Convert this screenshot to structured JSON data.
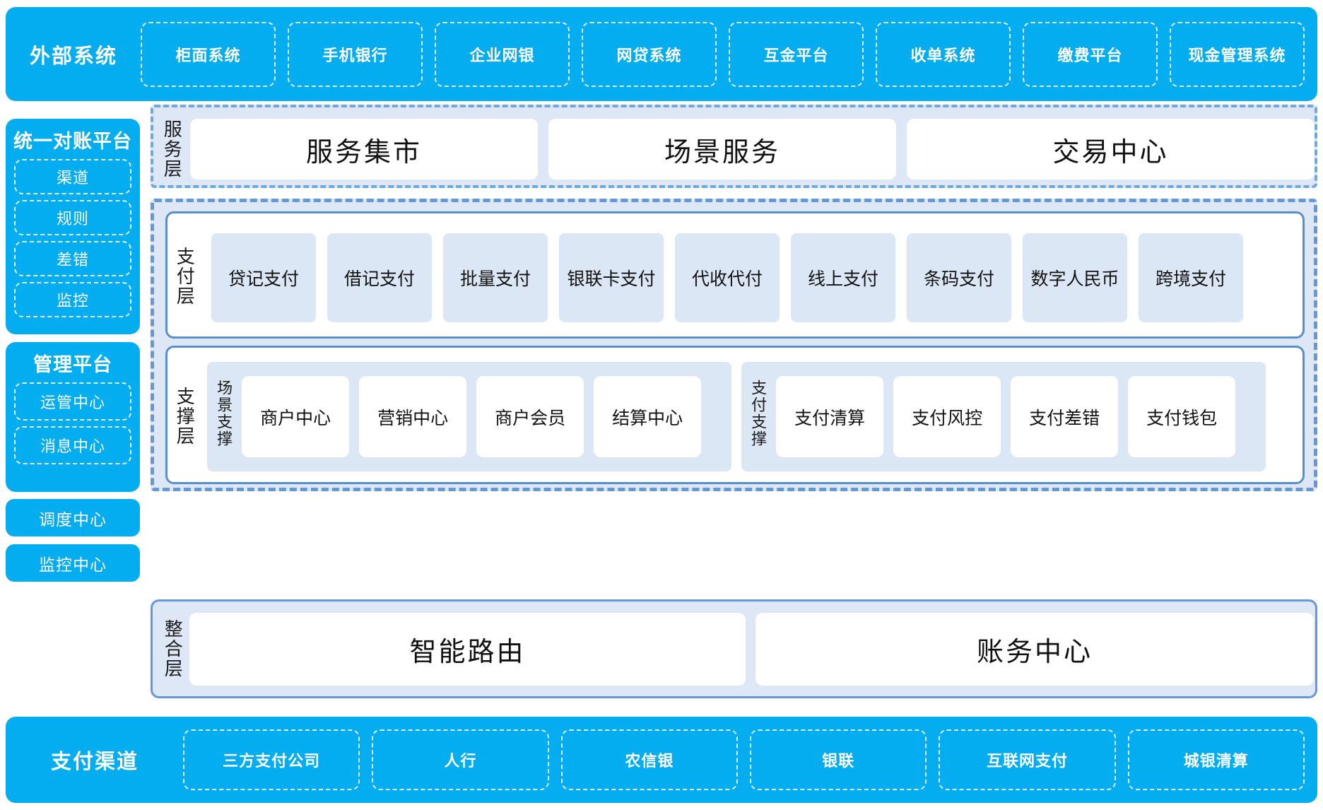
{
  "theme": {
    "brand_blue": "#03ADEF",
    "panel_blue": "#DDE7F5",
    "card_blue": "#DCE7F5",
    "border_blue": "#6498D6",
    "inner_border": "#5B8FC9",
    "text_dark": "#111111",
    "text_white": "#FFFFFF",
    "page_background": "#FFFFFF"
  },
  "external_systems": {
    "title": "外部系统",
    "items": [
      "柜面系统",
      "手机银行",
      "企业网银",
      "网贷系统",
      "互金平台",
      "收单系统",
      "缴费平台",
      "现金管理系统"
    ]
  },
  "sidebar": {
    "reconciliation": {
      "title": "统一对账平台",
      "items": [
        "渠道",
        "规则",
        "差错",
        "监控"
      ]
    },
    "management": {
      "title": "管理平台",
      "items": [
        "运管中心",
        "消息中心"
      ]
    },
    "standalone": [
      "调度中心",
      "监控中心"
    ]
  },
  "service_layer": {
    "label": "服务层",
    "items": [
      "服务集市",
      "场景服务",
      "交易中心"
    ]
  },
  "payment_layer": {
    "label": "支付层",
    "items": [
      "贷记支付",
      "借记支付",
      "批量支付",
      "银联卡支付",
      "代收代付",
      "线上支付",
      "条码支付",
      "数字人民币",
      "跨境支付"
    ]
  },
  "support_layer": {
    "label": "支撑层",
    "groups": [
      {
        "label": "场景支撑",
        "items": [
          "商户中心",
          "营销中心",
          "商户会员",
          "结算中心"
        ]
      },
      {
        "label": "支付支撑",
        "items": [
          "支付清算",
          "支付风控",
          "支付差错",
          "支付钱包"
        ]
      }
    ]
  },
  "integration_layer": {
    "label": "整合层",
    "items": [
      "智能路由",
      "账务中心"
    ]
  },
  "payment_channels": {
    "title": "支付渠道",
    "items": [
      "三方支付公司",
      "人行",
      "农信银",
      "银联",
      "互联网支付",
      "城银清算"
    ]
  }
}
